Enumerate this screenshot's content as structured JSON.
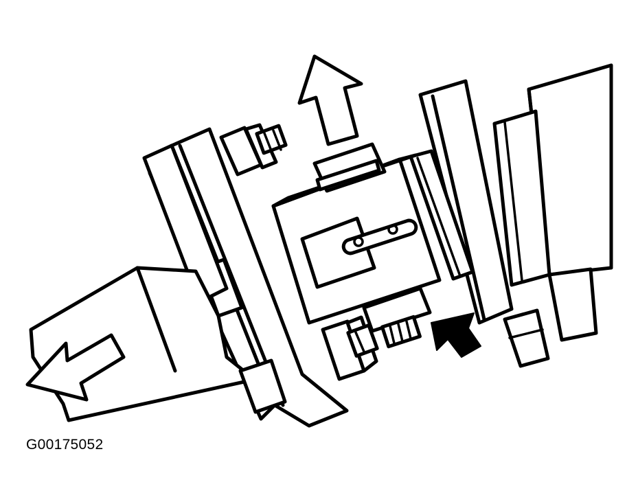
{
  "figure": {
    "id_label": "G00175052",
    "ink_color": "#000000",
    "paper_color": "#ffffff",
    "icons": [
      "pull-direction-arrow-up",
      "pull-direction-arrow-left",
      "solid-indicator-arrow"
    ]
  }
}
